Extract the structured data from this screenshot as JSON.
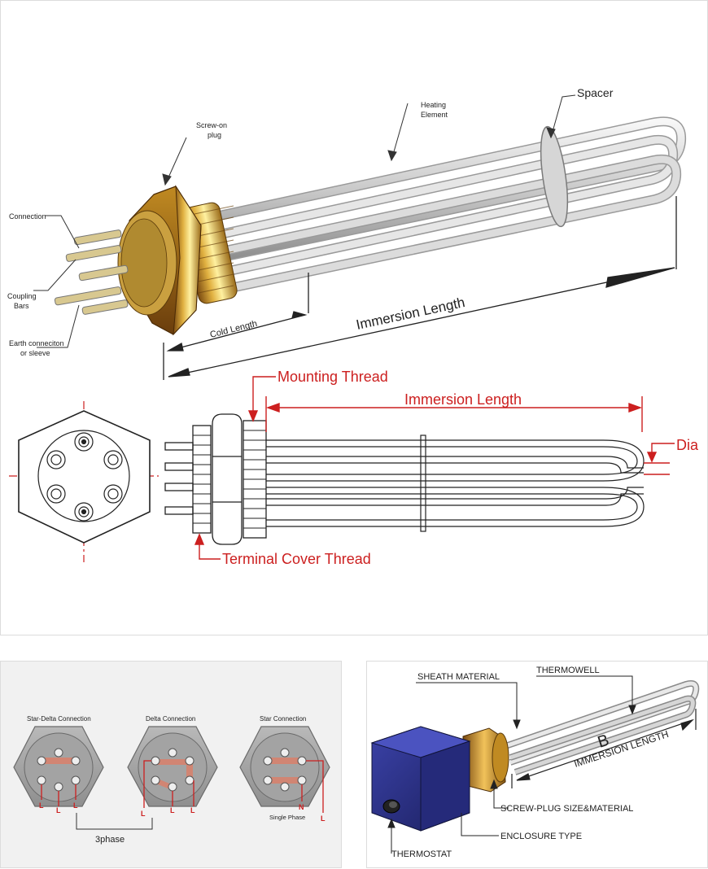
{
  "figure_top": {
    "labels": {
      "spacer": "Spacer",
      "heating_element_1": "Heating",
      "heating_element_2": "Element",
      "screw_on_plug_1": "Screw-on",
      "screw_on_plug_2": "plug",
      "connection": "Connection",
      "coupling_bars_1": "Coupling",
      "coupling_bars_2": "Bars",
      "earth_connection_1": "Earth conneciton",
      "earth_connection_2": "or sleeve",
      "cold_length": "Cold Length",
      "immersion_length": "Immersion Length"
    }
  },
  "figure_technical": {
    "labels": {
      "mounting_thread": "Mounting Thread",
      "immersion_length": "Immersion Length",
      "dia": "Dia",
      "terminal_cover_thread": "Terminal Cover Thread"
    },
    "accent_color": "#cc1f1f"
  },
  "figure_wiring": {
    "titles": [
      "Star-Delta Connection",
      "Delta Connection",
      "Star Connection"
    ],
    "star_delta_terminals": [
      "L",
      "L",
      "L"
    ],
    "delta_terminals": [
      "L",
      "L",
      "L"
    ],
    "star_terminals": [
      "N",
      "L"
    ],
    "single_phase": "Single Phase",
    "three_phase": "3phase",
    "accent_color": "#cc1f1f"
  },
  "figure_thermostat": {
    "labels": {
      "sheath_material": "SHEATH MATERIAL",
      "thermowell": "THERMOWELL",
      "b": "B",
      "immersion_length": "IMMERSION LENGTH",
      "screw_plug": "SCREW-PLUG SIZE&MATERIAL",
      "enclosure_type": "ENCLOSURE TYPE",
      "thermostat": "THERMOSTAT"
    },
    "enclosure_color": "#2a2f8a"
  }
}
